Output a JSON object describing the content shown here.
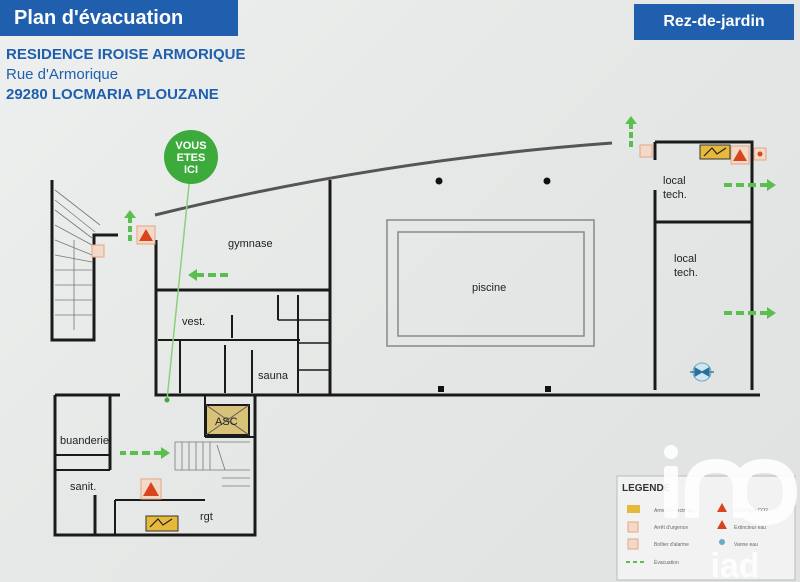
{
  "header": {
    "title": "Plan d'évacuation",
    "level": "Rez-de-jardin"
  },
  "address": {
    "name": "RESIDENCE IROISE ARMORIQUE",
    "street": "Rue d'Armorique",
    "city": "29280 LOCMARIA PLOUZANE"
  },
  "you_are_here": [
    "VOUS",
    "ETES",
    "ICI"
  ],
  "rooms": {
    "gymnase": "gymnase",
    "piscine": "piscine",
    "local_tech_1": [
      "local",
      "tech."
    ],
    "local_tech_2": [
      "local",
      "tech."
    ],
    "vest": "vest.",
    "sauna": "sauna",
    "asc": "ASC",
    "buanderie": "buanderie",
    "sanit": "sanit.",
    "rgt": "rgt"
  },
  "legend": {
    "title": "LEGENDE",
    "items": [
      "Armoire électrique",
      "Arrêt d'urgence",
      "Boîtier d'alarme",
      "Évacuation",
      "Extincteur CO2",
      "Extincteur eau",
      "Vanne eau"
    ]
  },
  "watermark": "iad",
  "colors": {
    "title_bg": "#1f5fae",
    "address_text": "#1f5fae",
    "evacuation_green": "#5bbf4f",
    "you_are_here_bg": "#3cab3b",
    "walls": "#1a1a1a"
  }
}
